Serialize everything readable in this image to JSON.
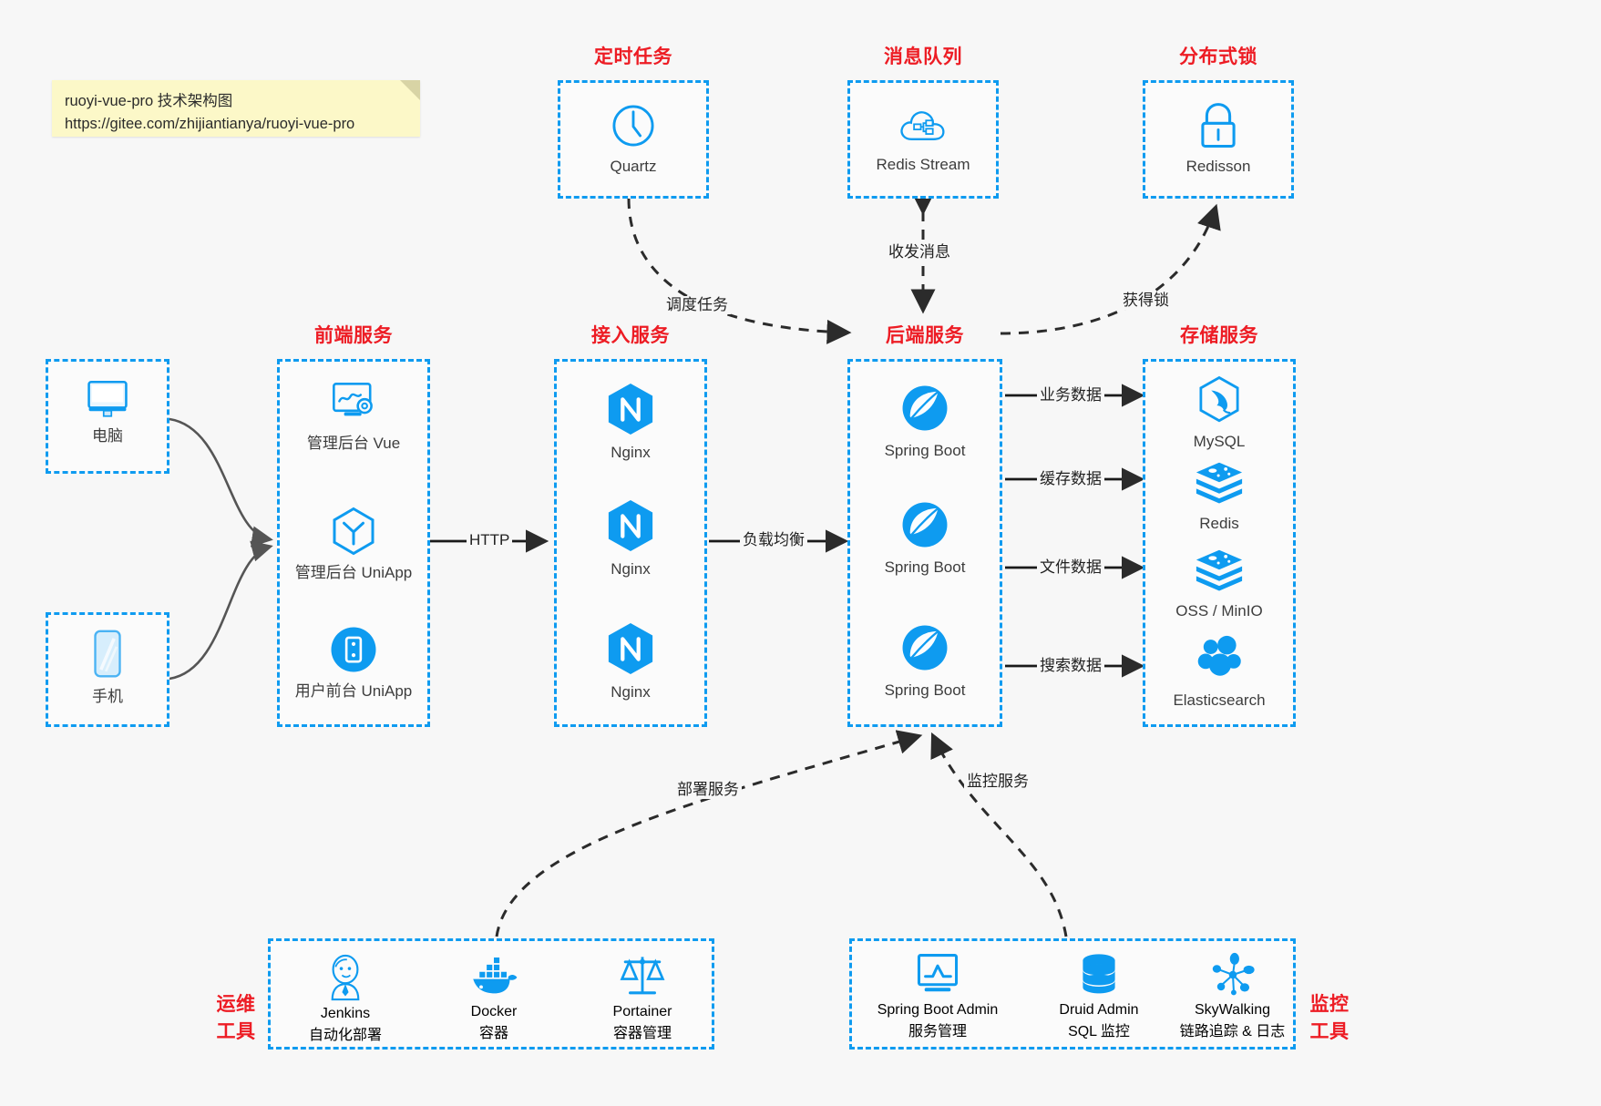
{
  "note": {
    "line1": "ruoyi-vue-pro 技术架构图",
    "line2": "https://gitee.com/zhijiantianya/ruoyi-vue-pro"
  },
  "colors": {
    "accent_blue": "#0e9bf0",
    "icon_blue": "#1296f0",
    "caption_red": "#ed1c24",
    "background": "#f7f7f7",
    "note_yellow": "#fcf8c8",
    "wire_gray": "#555555",
    "wire_dark": "#2b2b2b"
  },
  "groups": {
    "scheduler": {
      "caption": "定时任务",
      "nodes": [
        {
          "label": "Quartz",
          "icon": "clock-icon"
        }
      ]
    },
    "mq": {
      "caption": "消息队列",
      "nodes": [
        {
          "label": "Redis Stream",
          "icon": "cloud-stream-icon"
        }
      ]
    },
    "lock": {
      "caption": "分布式锁",
      "nodes": [
        {
          "label": "Redisson",
          "icon": "lock-icon"
        }
      ]
    },
    "clients": {
      "nodes": [
        {
          "label": "电脑",
          "icon": "desktop-monitor-icon"
        },
        {
          "label": "手机",
          "icon": "mobile-phone-icon"
        }
      ]
    },
    "frontend": {
      "caption": "前端服务",
      "nodes": [
        {
          "label": "管理后台 Vue",
          "icon": "dashboard-settings-icon"
        },
        {
          "label": "管理后台 UniApp",
          "icon": "cube-icon"
        },
        {
          "label": "用户前台 UniApp",
          "icon": "app-tile-icon"
        }
      ]
    },
    "gateway": {
      "caption": "接入服务",
      "nodes": [
        {
          "label": "Nginx",
          "icon": "nginx-icon"
        },
        {
          "label": "Nginx",
          "icon": "nginx-icon"
        },
        {
          "label": "Nginx",
          "icon": "nginx-icon"
        }
      ]
    },
    "backend": {
      "caption": "后端服务",
      "nodes": [
        {
          "label": "Spring Boot",
          "icon": "spring-boot-icon"
        },
        {
          "label": "Spring Boot",
          "icon": "spring-boot-icon"
        },
        {
          "label": "Spring Boot",
          "icon": "spring-boot-icon"
        }
      ]
    },
    "storage": {
      "caption": "存储服务",
      "nodes": [
        {
          "label": "MySQL",
          "icon": "mysql-dolphin-icon"
        },
        {
          "label": "Redis",
          "icon": "redis-stack-icon"
        },
        {
          "label": "OSS / MinIO",
          "icon": "redis-stack-icon"
        },
        {
          "label": "Elasticsearch",
          "icon": "elasticsearch-icon"
        }
      ]
    },
    "devops": {
      "caption_line1": "运维",
      "caption_line2": "工具",
      "nodes": [
        {
          "label": "Jenkins",
          "sub": "自动化部署",
          "icon": "jenkins-butler-icon"
        },
        {
          "label": "Docker",
          "sub": "容器",
          "icon": "docker-whale-icon"
        },
        {
          "label": "Portainer",
          "sub": "容器管理",
          "icon": "scales-icon"
        }
      ]
    },
    "monitoring": {
      "caption_line1": "监控",
      "caption_line2": "工具",
      "nodes": [
        {
          "label": "Spring Boot Admin",
          "sub": "服务管理",
          "icon": "monitor-chart-icon"
        },
        {
          "label": "Druid Admin",
          "sub": "SQL 监控",
          "icon": "database-cylinder-icon"
        },
        {
          "label": "SkyWalking",
          "sub": "链路追踪 & 日志",
          "icon": "skywalking-node-icon"
        }
      ]
    }
  },
  "edges": [
    {
      "id": "http",
      "label": "HTTP"
    },
    {
      "id": "load-balance",
      "label": "负载均衡"
    },
    {
      "id": "schedule-task",
      "label": "调度任务"
    },
    {
      "id": "send-receive-message",
      "label": "收发消息"
    },
    {
      "id": "acquire-lock",
      "label": "获得锁"
    },
    {
      "id": "business-data",
      "label": "业务数据"
    },
    {
      "id": "cache-data",
      "label": "缓存数据"
    },
    {
      "id": "file-data",
      "label": "文件数据"
    },
    {
      "id": "search-data",
      "label": "搜索数据"
    },
    {
      "id": "deploy-service",
      "label": "部署服务"
    },
    {
      "id": "monitor-service",
      "label": "监控服务"
    }
  ]
}
